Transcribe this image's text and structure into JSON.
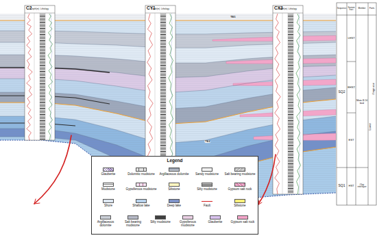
{
  "diagram": {
    "nodes": [
      {
        "text": [
          "C2"
        ]
      },
      {
        "text": [
          "CY1"
        ]
      },
      {
        "text": [
          "CX3"
        ]
      },
      {
        "text": [
          "Legend"
        ]
      }
    ],
    "labels": [
      "Depth(m)",
      "Lithology",
      "Depth(m)",
      "Lithology",
      "Depth(m)",
      "Lithology",
      "TE1",
      "TE2",
      "Sequence",
      "System tract",
      "Member",
      "Form.",
      "SQ2",
      "SQ1",
      "LHST",
      "EHST",
      "EST",
      "HST",
      "Mem.Ⅱ Oil bed",
      "Clay interlayer",
      "Lower",
      "Xingouzui"
    ],
    "legend": [
      {
        "text": "Glauberite"
      },
      {
        "text": "Dolomitic mudstone"
      },
      {
        "text": "Argillaceous dolomite"
      },
      {
        "text": "Sandy mudstone"
      },
      {
        "text": "Salt bearing mudstone"
      },
      {
        "text": "Mudstone"
      },
      {
        "text": "Gypsiferous mudstone"
      },
      {
        "text": "Siltstone"
      },
      {
        "text": "Silty mudstone"
      },
      {
        "text": "Gypsum salt rock"
      },
      {
        "text": "Shore",
        "color": "#dde7f2"
      },
      {
        "text": "Shallow lake",
        "color": "#b8d2ec"
      },
      {
        "text": "Deep lake",
        "color": "#7f93c8"
      },
      {
        "text": "Fault"
      },
      {
        "text": "Siltstone",
        "color": "#fff07a"
      },
      {
        "text": "Argillaceous dolomite",
        "color": "#c9ced6"
      },
      {
        "text": "Salt bearing mudstone",
        "color": "#b6b9c6"
      },
      {
        "text": "Silty mudstone",
        "color": "#404040"
      },
      {
        "text": "Gypsiferous mudstone",
        "color": "#ead0e4"
      },
      {
        "text": "Glauberite",
        "color": "#d9c2ee"
      },
      {
        "text": "Gypsum salt rock",
        "color": "#f3a5c9"
      }
    ]
  }
}
